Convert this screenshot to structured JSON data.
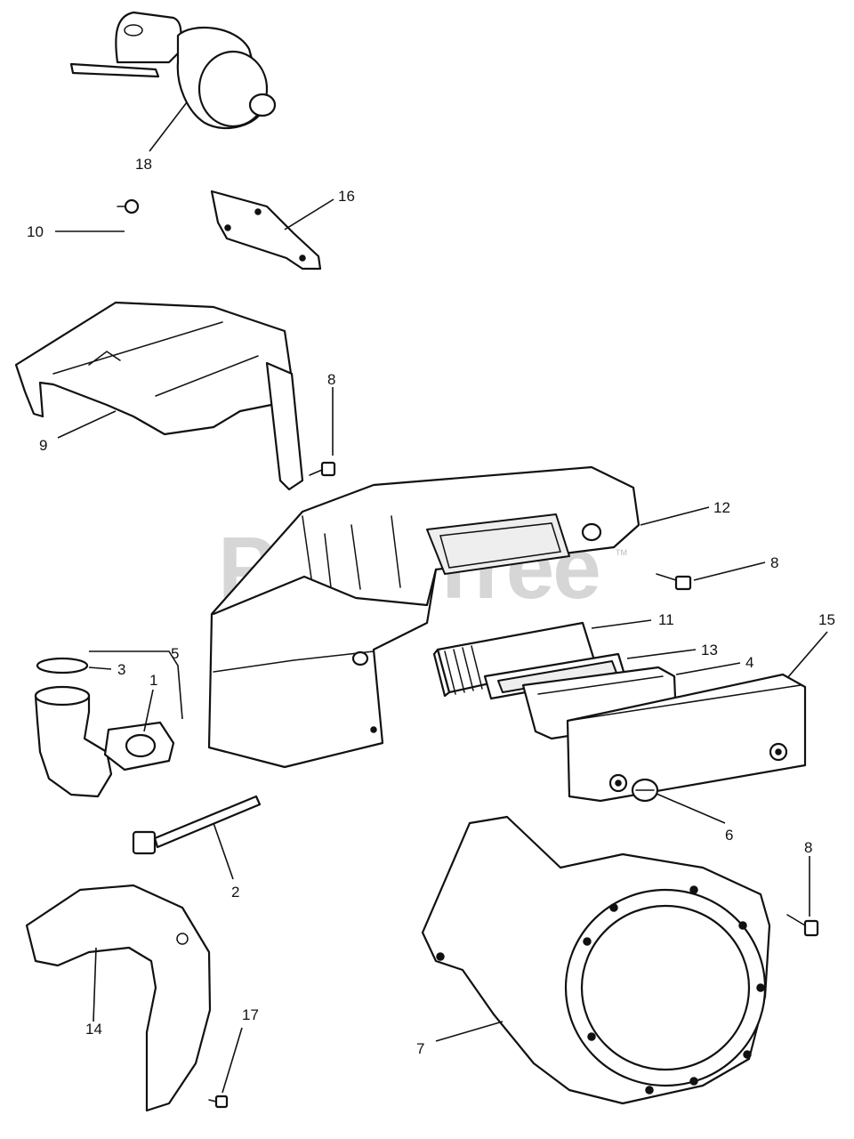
{
  "watermark": {
    "text": "PartsTree",
    "trademark": "TM"
  },
  "callouts": [
    {
      "id": "18",
      "label": "18"
    },
    {
      "id": "16",
      "label": "16"
    },
    {
      "id": "10",
      "label": "10"
    },
    {
      "id": "8a",
      "label": "8"
    },
    {
      "id": "9",
      "label": "9"
    },
    {
      "id": "12",
      "label": "12"
    },
    {
      "id": "8b",
      "label": "8"
    },
    {
      "id": "11",
      "label": "11"
    },
    {
      "id": "15",
      "label": "15"
    },
    {
      "id": "13",
      "label": "13"
    },
    {
      "id": "4",
      "label": "4"
    },
    {
      "id": "5",
      "label": "5"
    },
    {
      "id": "3",
      "label": "3"
    },
    {
      "id": "1",
      "label": "1"
    },
    {
      "id": "6",
      "label": "6"
    },
    {
      "id": "8c",
      "label": "8"
    },
    {
      "id": "2",
      "label": "2"
    },
    {
      "id": "14",
      "label": "14"
    },
    {
      "id": "17",
      "label": "17"
    },
    {
      "id": "7",
      "label": "7"
    }
  ]
}
